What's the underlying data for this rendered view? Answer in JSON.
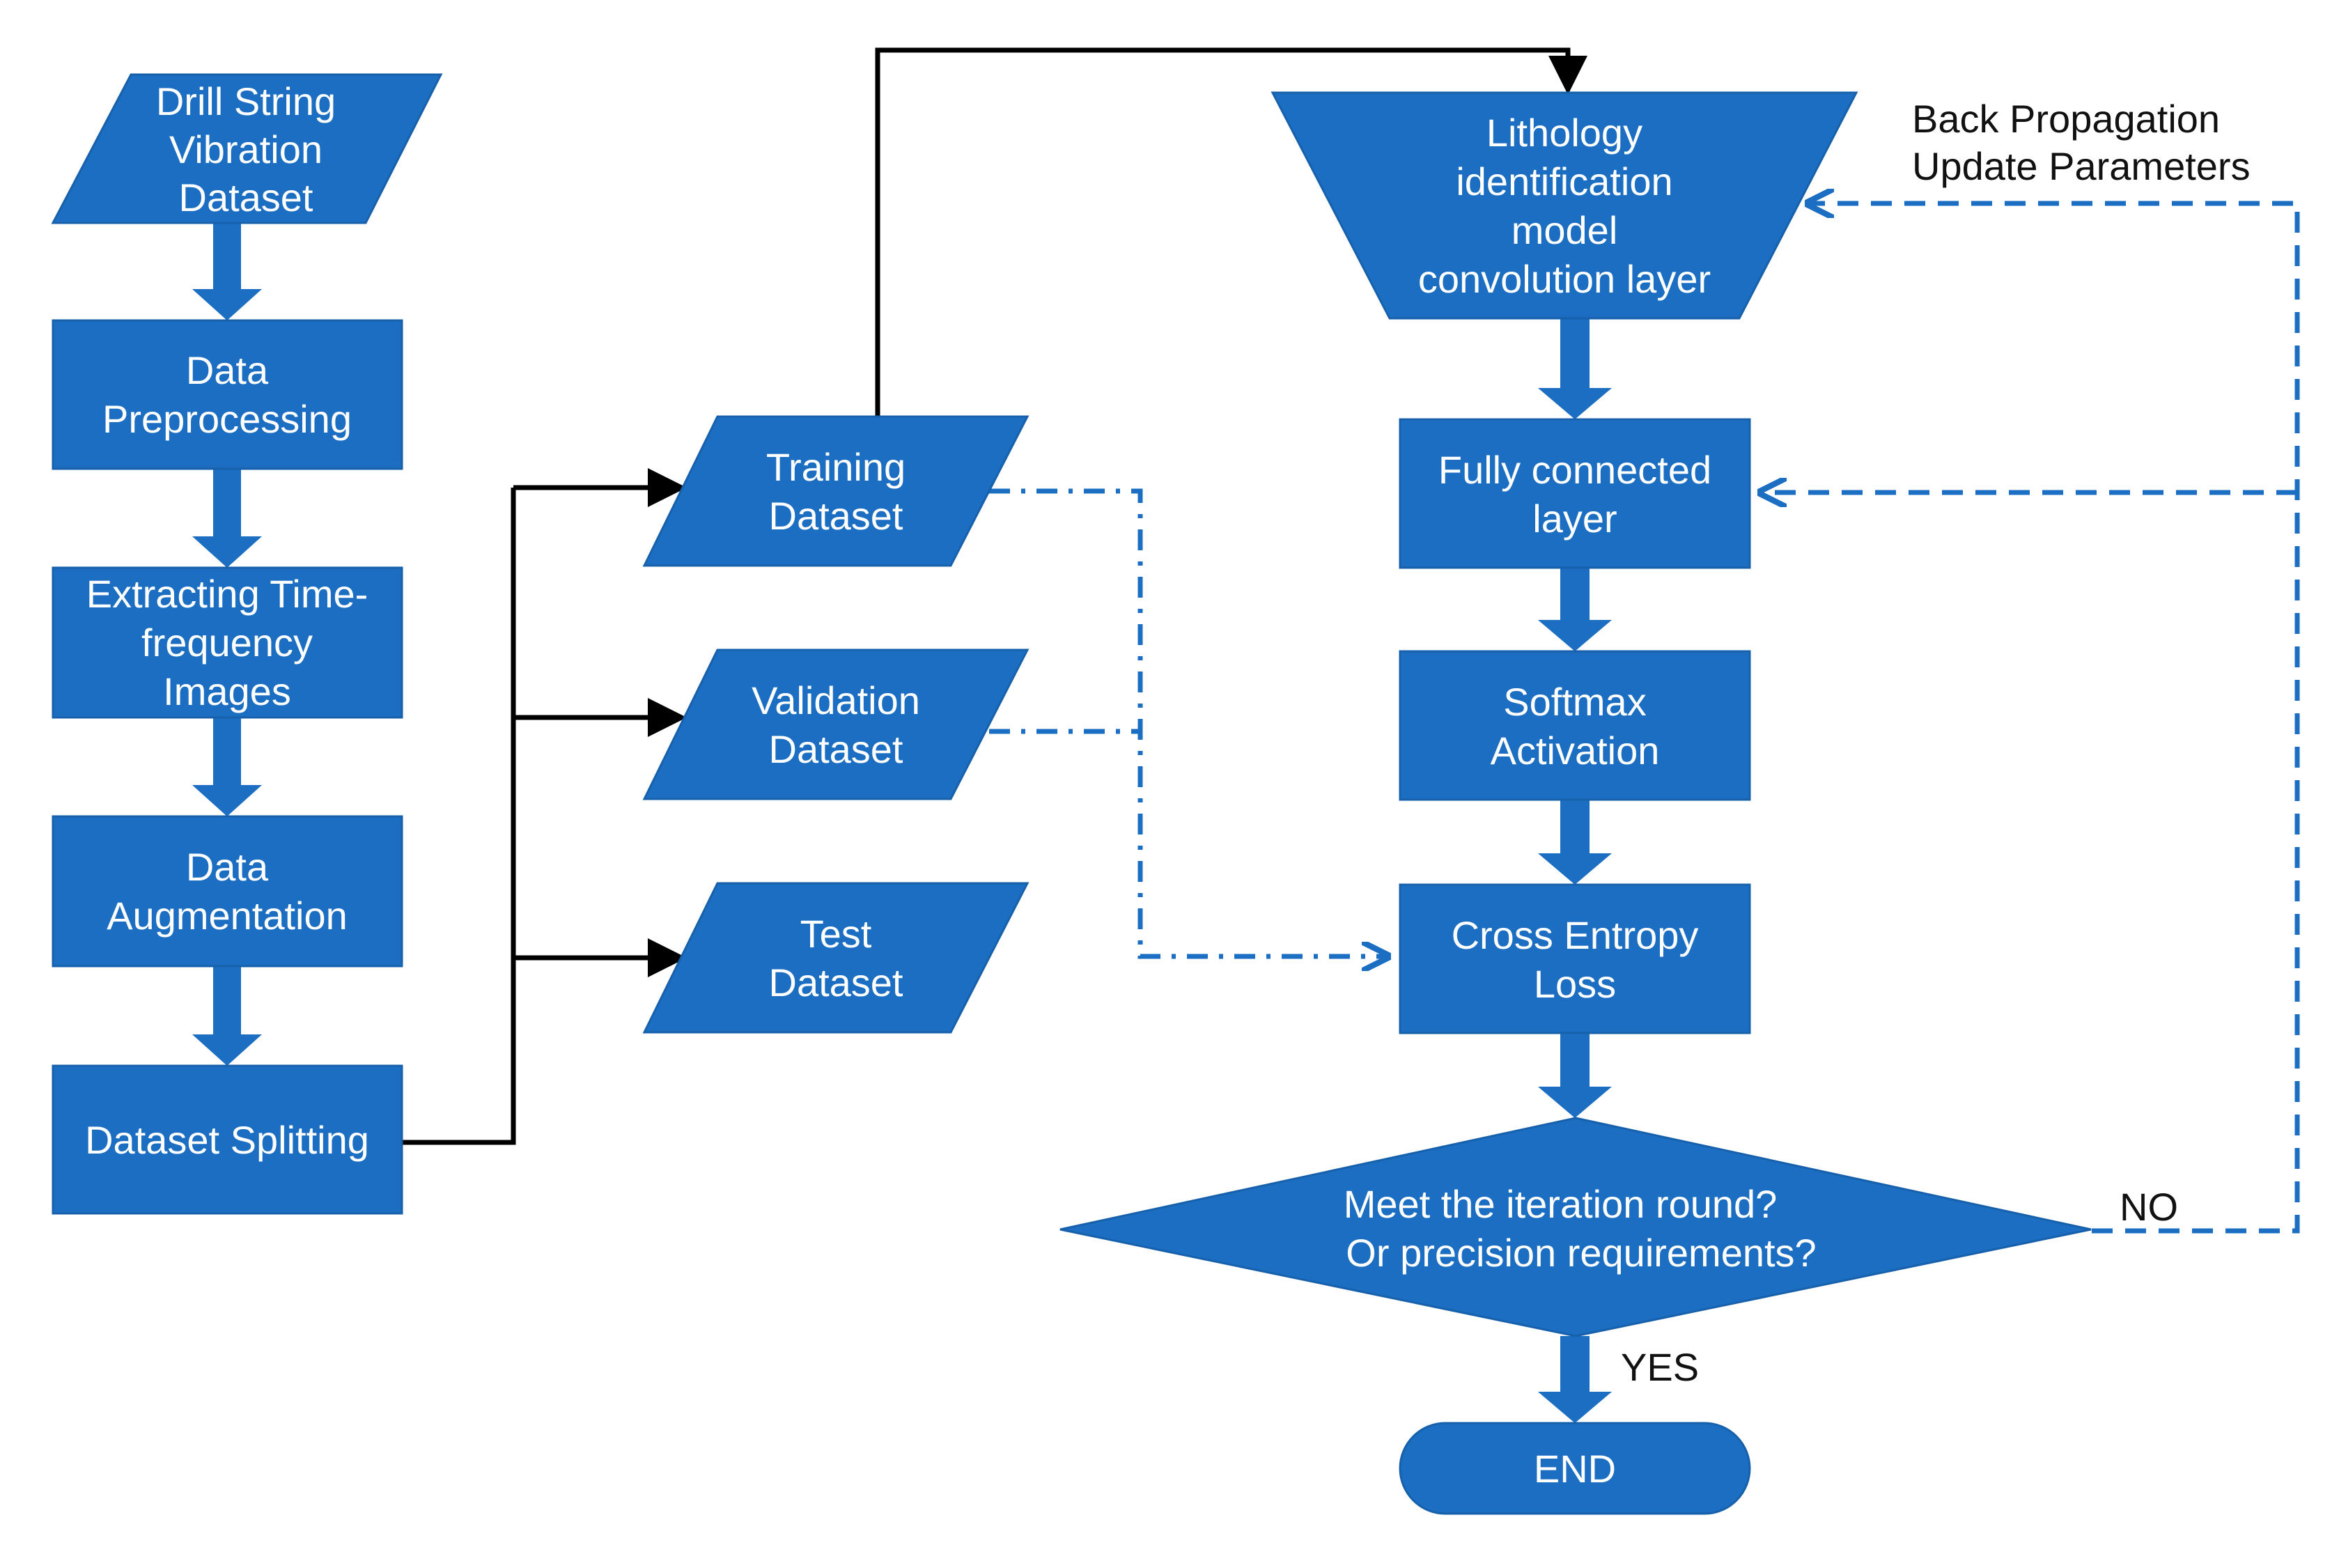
{
  "colors": {
    "node_fill": "#1b6ec2",
    "node_text": "#ffffff",
    "connector_solid": "#000000",
    "connector_dashed": "#1b6ec2"
  },
  "nodes": {
    "drill_string": {
      "shape": "parallelogram",
      "lines": [
        "Drill String",
        "Vibration",
        "Dataset"
      ]
    },
    "preprocessing": {
      "shape": "rectangle",
      "lines": [
        "Data",
        "Preprocessing"
      ]
    },
    "extracting": {
      "shape": "rectangle",
      "lines": [
        "Extracting Time-",
        "frequency",
        "Images"
      ]
    },
    "augmentation": {
      "shape": "rectangle",
      "lines": [
        "Data",
        "Augmentation"
      ]
    },
    "splitting": {
      "shape": "rectangle",
      "lines": [
        "Dataset Splitting"
      ]
    },
    "training": {
      "shape": "parallelogram",
      "lines": [
        "Training",
        "Dataset"
      ]
    },
    "validation": {
      "shape": "parallelogram",
      "lines": [
        "Validation",
        "Dataset"
      ]
    },
    "test": {
      "shape": "parallelogram",
      "lines": [
        "Test",
        "Dataset"
      ]
    },
    "conv_layer": {
      "shape": "trapezoid",
      "lines": [
        "Lithology",
        "identification",
        "model",
        "convolution layer"
      ]
    },
    "fully_connected": {
      "shape": "rectangle",
      "lines": [
        "Fully connected",
        "layer"
      ]
    },
    "softmax": {
      "shape": "rectangle",
      "lines": [
        "Softmax",
        "Activation"
      ]
    },
    "cross_entropy": {
      "shape": "rectangle",
      "lines": [
        "Cross Entropy",
        "Loss"
      ]
    },
    "decision": {
      "shape": "diamond",
      "lines": [
        "Meet the iteration round?",
        "Or precision requirements?"
      ]
    },
    "end": {
      "shape": "terminator",
      "lines": [
        "END"
      ]
    }
  },
  "annotations": {
    "back_propagation": [
      "Back Propagation",
      "Update Parameters"
    ],
    "no_label": "NO",
    "yes_label": "YES"
  }
}
